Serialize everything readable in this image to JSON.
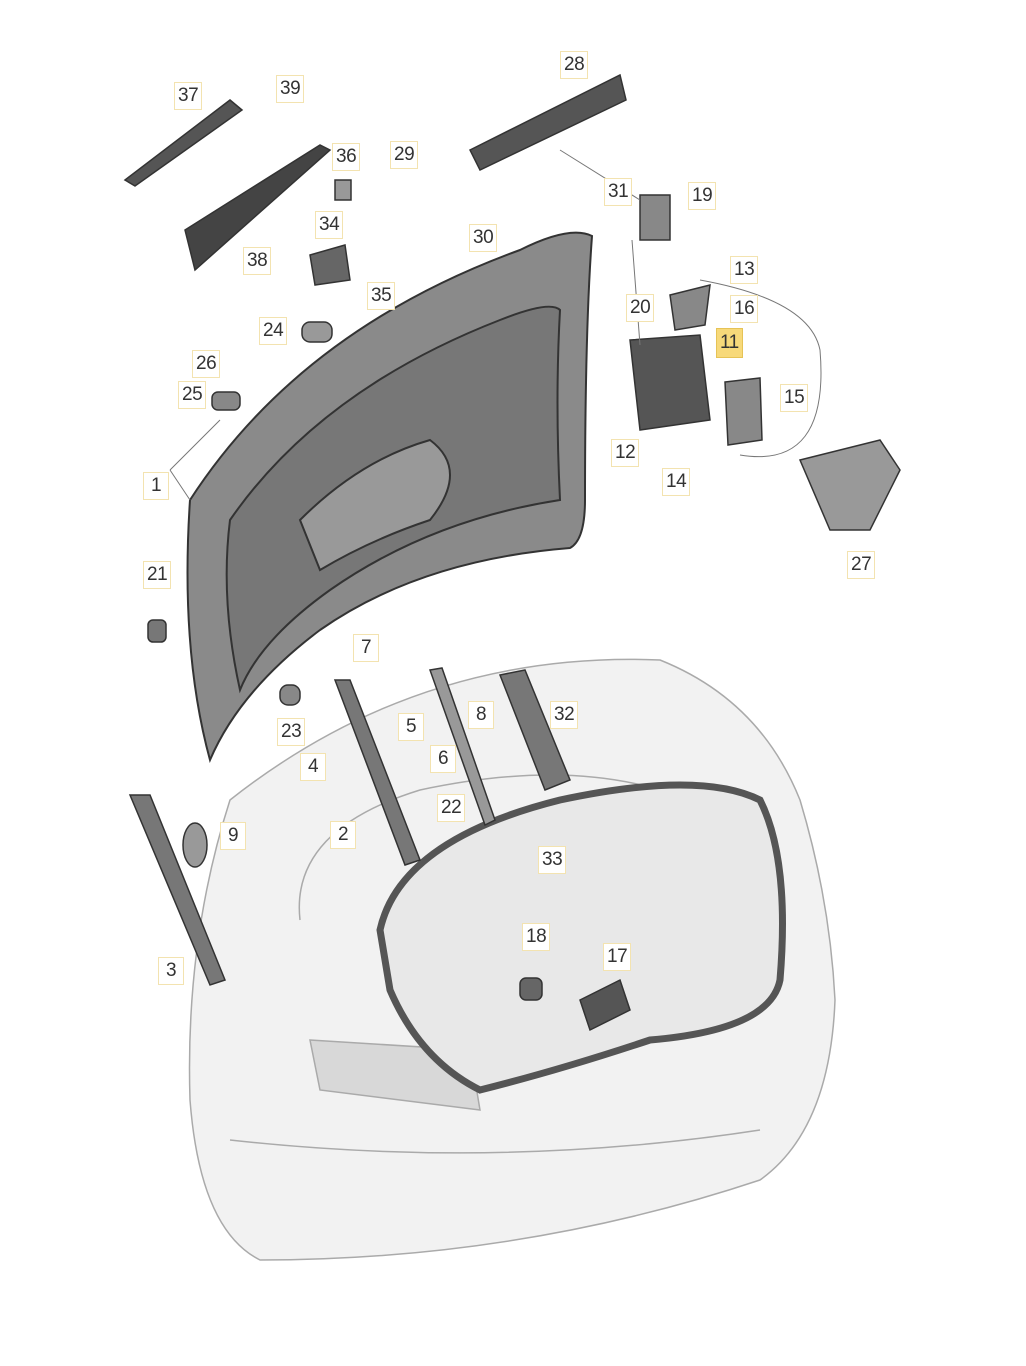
{
  "diagram": {
    "highlighted_part": "11",
    "highlight_color": "#f7d97a",
    "callouts": [
      "37",
      "39",
      "28",
      "36",
      "29",
      "31",
      "19",
      "34",
      "30",
      "38",
      "13",
      "35",
      "20",
      "16",
      "24",
      "11",
      "26",
      "25",
      "15",
      "12",
      "14",
      "1",
      "27",
      "21",
      "7",
      "23",
      "8",
      "32",
      "5",
      "4",
      "6",
      "22",
      "9",
      "2",
      "33",
      "18",
      "17",
      "3"
    ]
  }
}
